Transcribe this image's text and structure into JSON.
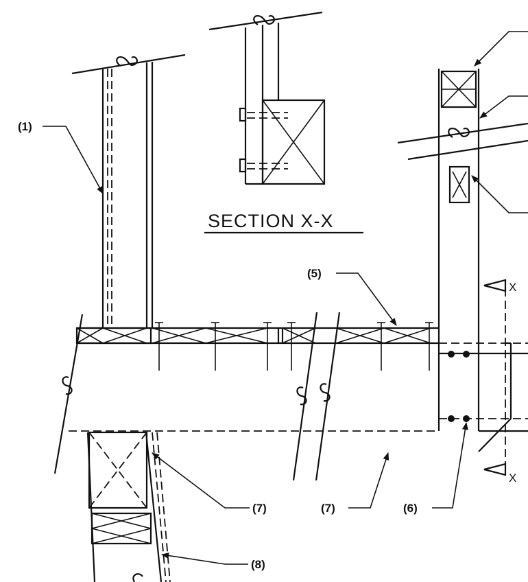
{
  "section_title": "SECTION X-X",
  "section_marks": [
    "X",
    "X"
  ],
  "callouts": [
    "(1)",
    "(5)",
    "(6)",
    "(7)",
    "(7)",
    "(8)"
  ]
}
